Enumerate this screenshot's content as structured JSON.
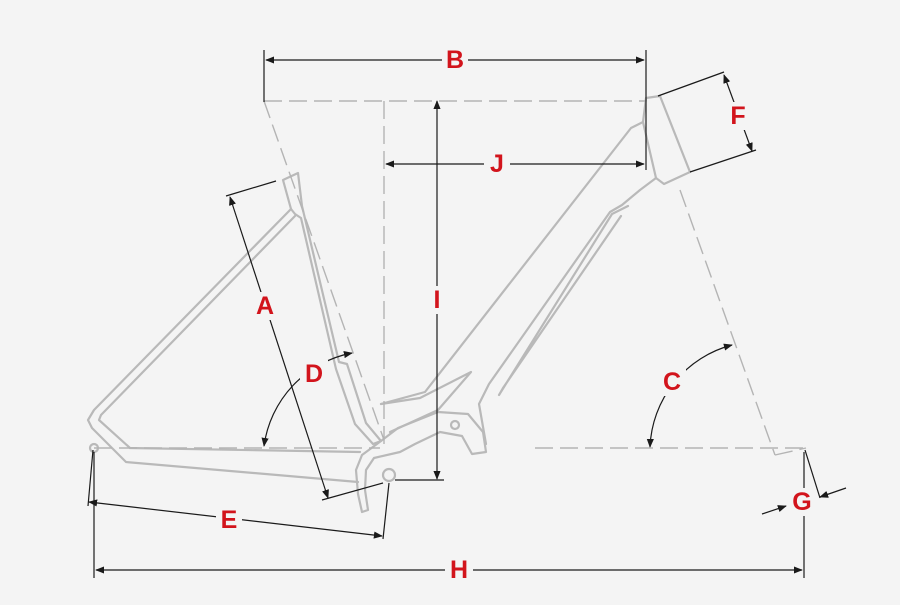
{
  "labels": {
    "A": "A",
    "B": "B",
    "C": "C",
    "D": "D",
    "E": "E",
    "F": "F",
    "G": "G",
    "H": "H",
    "I": "I",
    "J": "J"
  },
  "colors": {
    "background": "#f4f4f4",
    "frame_outline": "#b9b9b9",
    "reference_dash": "#b4b4b4",
    "dimension_line": "#1a1a1a",
    "label": "#d2141c"
  }
}
